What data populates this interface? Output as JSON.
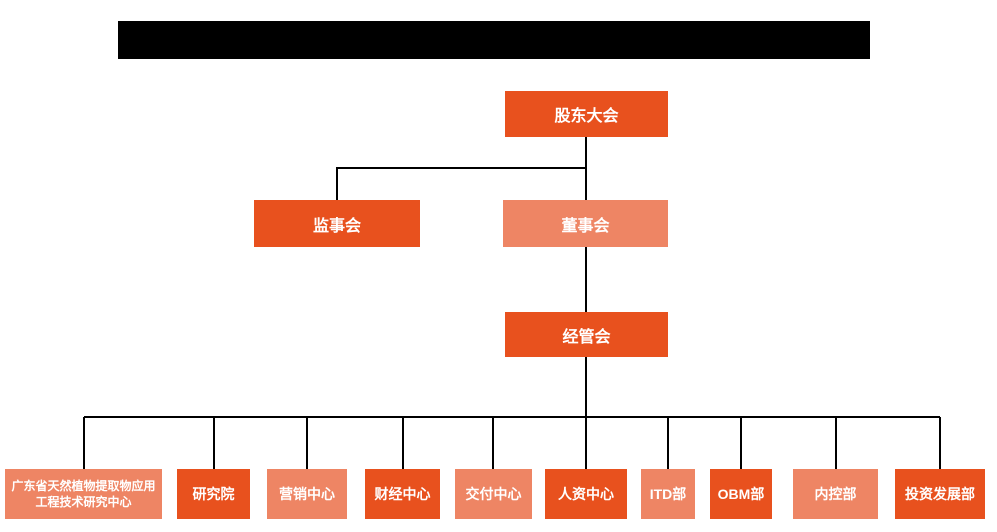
{
  "colors": {
    "node_dark": "#e8511e",
    "node_light": "#ee8564",
    "node_text": "#ffffff",
    "connector": "#000000",
    "redaction_bar": "#000000",
    "background": "#ffffff"
  },
  "diagram": {
    "type": "org-chart",
    "nodes": {
      "shareholders": {
        "label": "股东大会"
      },
      "supervisors": {
        "label": "监事会"
      },
      "directors": {
        "label": "董事会"
      },
      "management": {
        "label": "经管会"
      }
    },
    "departments": [
      {
        "label": "广东省天然植物提取物应用工程技术研究中心",
        "variant": "light"
      },
      {
        "label": "研究院",
        "variant": "dark"
      },
      {
        "label": "营销中心",
        "variant": "light"
      },
      {
        "label": "财经中心",
        "variant": "dark"
      },
      {
        "label": "交付中心",
        "variant": "light"
      },
      {
        "label": "人资中心",
        "variant": "dark"
      },
      {
        "label": "ITD部",
        "variant": "light"
      },
      {
        "label": "OBM部",
        "variant": "dark"
      },
      {
        "label": "内控部",
        "variant": "light"
      },
      {
        "label": "投资发展部",
        "variant": "dark"
      }
    ]
  }
}
